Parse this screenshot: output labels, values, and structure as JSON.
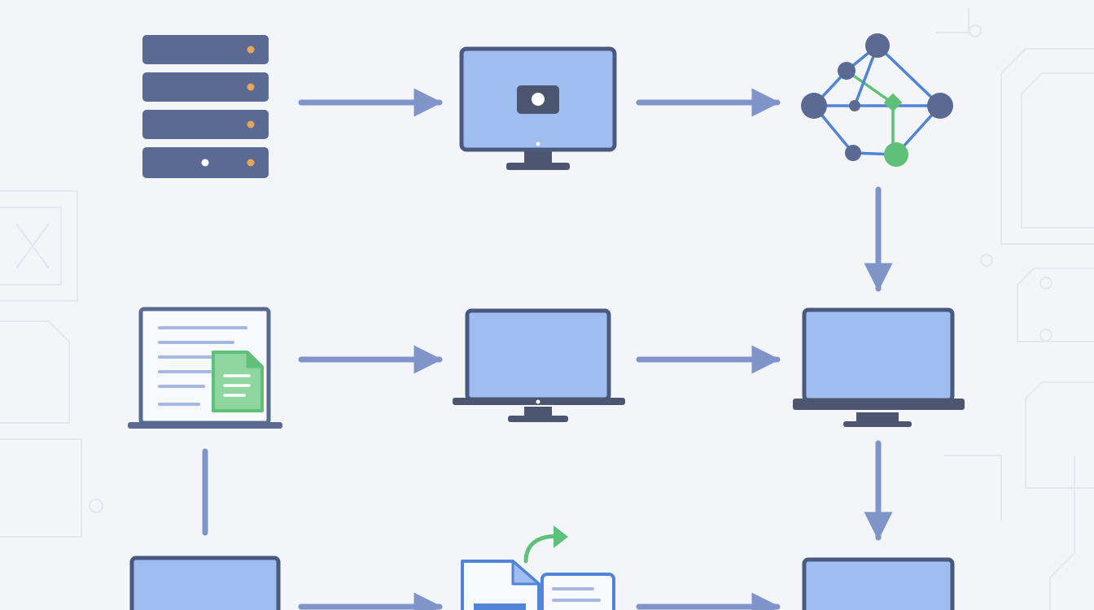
{
  "diagram": {
    "title": "",
    "colors": {
      "background": "#f3f5f9",
      "decor": "#e3e8ef",
      "node_dark": "#5a6a92",
      "screen_fill": "#9fbdf0",
      "frame": "#4a5a7e",
      "base": "#4d5670",
      "arrow": "#7f95c9",
      "accent_green": "#5fc07a",
      "doc_green_fill": "#8fd5a0",
      "led_orange": "#e7a55a",
      "doc_blue": "#4f84d6"
    },
    "nodes": [
      {
        "id": "server",
        "kind": "server-rack"
      },
      {
        "id": "monitor-top",
        "kind": "monitor-with-camera"
      },
      {
        "id": "network",
        "kind": "network-graph"
      },
      {
        "id": "document-laptop",
        "kind": "laptop-with-document"
      },
      {
        "id": "monitor-mid",
        "kind": "monitor"
      },
      {
        "id": "laptop-right-mid",
        "kind": "laptop"
      },
      {
        "id": "laptop-bottom-left",
        "kind": "laptop"
      },
      {
        "id": "file-transfer",
        "kind": "documents-with-share-arrow"
      },
      {
        "id": "laptop-right-bottom",
        "kind": "laptop"
      }
    ],
    "edges": [
      {
        "from": "server",
        "to": "monitor-top",
        "style": "arrow"
      },
      {
        "from": "monitor-top",
        "to": "network",
        "style": "arrow"
      },
      {
        "from": "network",
        "to": "laptop-right-mid",
        "style": "arrow"
      },
      {
        "from": "document-laptop",
        "to": "monitor-mid",
        "style": "arrow"
      },
      {
        "from": "monitor-mid",
        "to": "laptop-right-mid",
        "style": "arrow"
      },
      {
        "from": "laptop-right-mid",
        "to": "laptop-right-bottom",
        "style": "arrow"
      },
      {
        "from": "document-laptop",
        "to": "laptop-bottom-left",
        "style": "line"
      },
      {
        "from": "laptop-bottom-left",
        "to": "file-transfer",
        "style": "arrow"
      },
      {
        "from": "file-transfer",
        "to": "laptop-right-bottom",
        "style": "arrow"
      }
    ]
  }
}
